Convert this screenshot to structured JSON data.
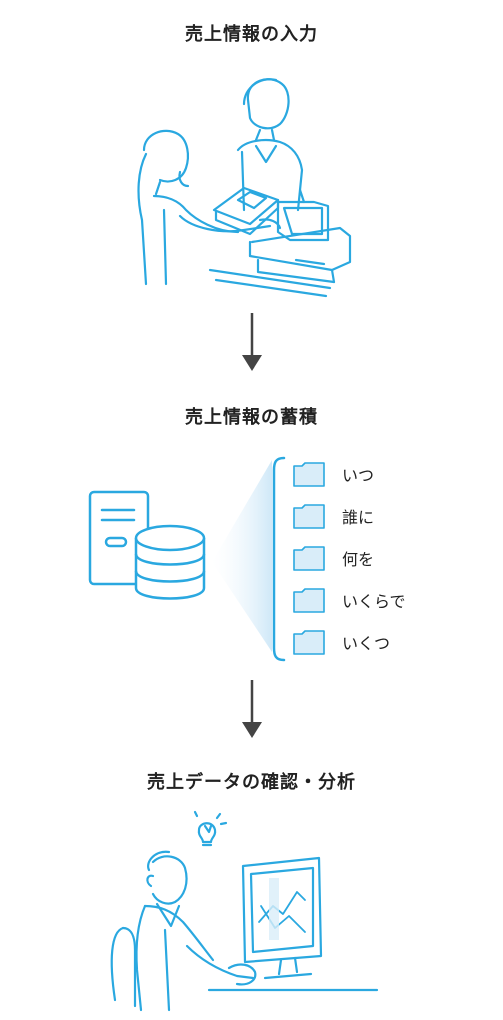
{
  "steps": [
    {
      "title": "売上情報の入力"
    },
    {
      "title": "売上情報の蓄積"
    },
    {
      "title": "売上データの確認・分析"
    }
  ],
  "data_items": [
    "いつ",
    "誰に",
    "何を",
    "いくらで",
    "いくつ"
  ],
  "colors": {
    "line": "#2aa8e0",
    "folder_fill": "#d9edf9",
    "arrow": "#444444",
    "beam": "#cfe8f8"
  }
}
